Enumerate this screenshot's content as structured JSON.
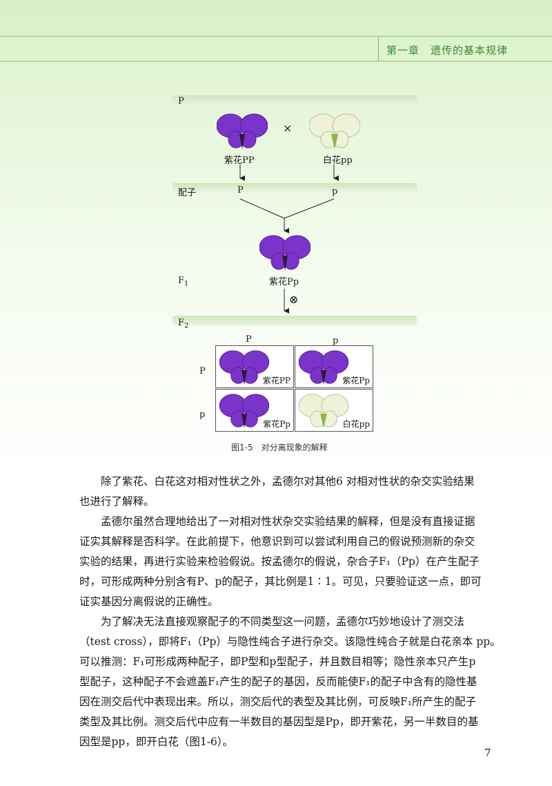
{
  "header": {
    "chapter_title": "第一章　遗传的基本规律"
  },
  "figure": {
    "label_p": "P",
    "cross_symbol": "×",
    "parent_purple_label": "紫花PP",
    "parent_white_label": "白花pp",
    "gamete_row_label": "配子",
    "gamete_P": "P",
    "gamete_p": "p",
    "f1_label": "F",
    "f1_sub": "1",
    "f1_flower_label": "紫花Pp",
    "selfing_symbol": "⊗",
    "f2_label": "F",
    "f2_sub": "2",
    "punnett": {
      "col_headers": [
        "P",
        "p"
      ],
      "row_headers": [
        "P",
        "p"
      ],
      "cells": [
        {
          "label": "紫花PP",
          "color": "purple"
        },
        {
          "label": "紫花Pp",
          "color": "purple"
        },
        {
          "label": "紫花Pp",
          "color": "purple"
        },
        {
          "label": "白花pp",
          "color": "white"
        }
      ]
    },
    "caption": "图1-5　对分离现象的解释"
  },
  "colors": {
    "purple": "#7a34c9",
    "white": "#eef2d8",
    "accent_green": "#3a8a2c"
  },
  "body": {
    "paragraphs": [
      [
        "除了紫花、白花这对相对性状之外，孟德尔对其他6 对相对性状的杂交实验结果",
        "也进行了解释。"
      ],
      [
        "孟德尔虽然合理地给出了一对相对性状杂交实验结果的解释，但是没有直接证据",
        "证实其解释是否科学。在此前提下，他意识到可以尝试利用自己的假说预测新的杂交",
        "实验的结果，再进行实验来检验假说。按孟德尔的假说，杂合子F₁（Pp）在产生配子",
        "时，可形成两种分别含有P、p的配子，其比例是1∶1。可见，只要验证这一点，即可",
        "证实基因分离假说的正确性。"
      ],
      [
        "为了解决无法直接观察配子的不同类型这一问题，孟德尔巧妙地设计了测交法",
        "（test cross），即将F₁（Pp）与隐性纯合子进行杂交。该隐性纯合子就是白花亲本 pp。",
        "可以推测：F₁可形成两种配子，即P型和p型配子，并且数目相等；隐性亲本只产生p",
        "型配子，这种配子不会遮盖F₁产生的配子的基因，反而能使F₁的配子中含有的隐性基",
        "因在测交后代中表现出来。所以，测交后代的表型及其比例，可反映F₁所产生的配子",
        "类型及其比例。测交后代中应有一半数目的基因型是Pp，即开紫花，另一半数目的基",
        "因型是pp，即开白花（图1-6）。"
      ]
    ]
  },
  "page_number": "7"
}
